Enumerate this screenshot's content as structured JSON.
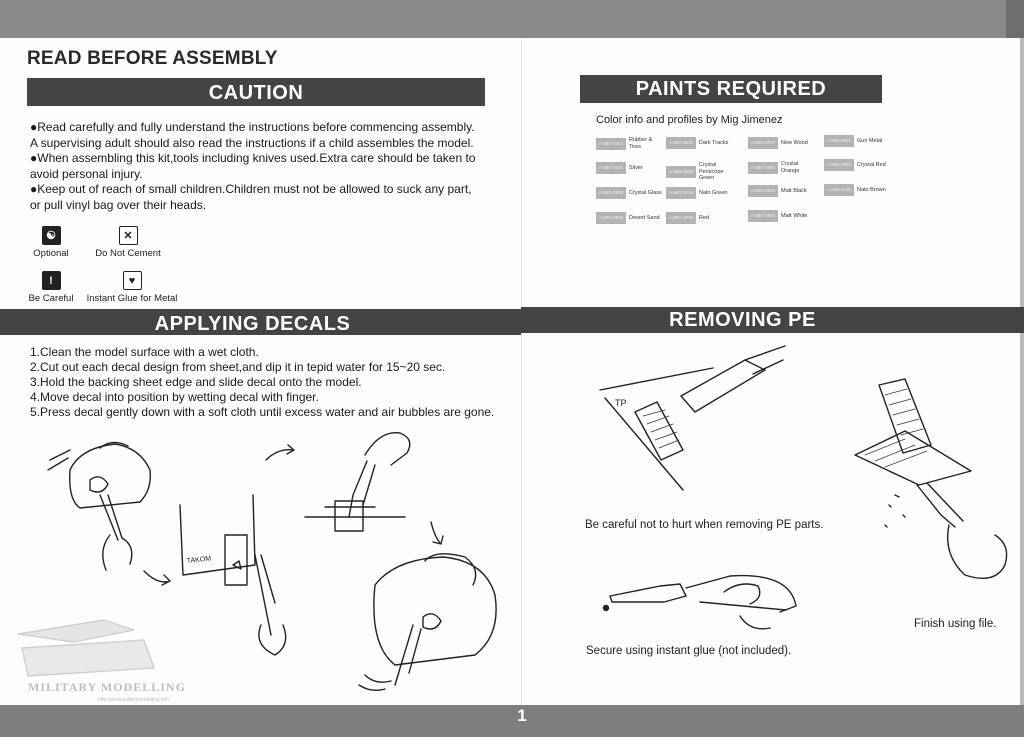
{
  "header": {
    "title": "READ BEFORE ASSEMBLY"
  },
  "sections": {
    "caution": "CAUTION",
    "paints": "PAINTS REQUIRED",
    "decals": "APPLYING DECALS",
    "pe": "REMOVING PE"
  },
  "caution": {
    "items": [
      "●Read carefully and fully understand the instructions before commencing assembly.",
      "A supervising adult should also read the instructions if a child assembles the model.",
      "●When assembling this kit,tools including knives used.Extra care should be taken to",
      "avoid personal injury.",
      "●Keep out of reach of small children.Children must not be allowed to suck any part,",
      "or pull vinyl bag over their heads."
    ]
  },
  "symbols": [
    {
      "label": "Optional",
      "icon": "yin-yang-icon"
    },
    {
      "label": "Do Not Cement",
      "icon": "no-cement-icon"
    },
    {
      "label": "Be Careful",
      "icon": "exclamation-icon"
    },
    {
      "label": "Instant Glue for Metal",
      "icon": "glue-drop-icon"
    }
  ],
  "paints": {
    "intro": "Color info and profiles by Mig Jimenez",
    "items": [
      {
        "code": "A.MIG-0303",
        "name": "Rubber & Tires"
      },
      {
        "code": "A.MIG-0032",
        "name": "Dark Tracks"
      },
      {
        "code": "A.MIG-0037",
        "name": "New Wood"
      },
      {
        "code": "A.MIG-0045",
        "name": "Gun Metal"
      },
      {
        "code": "A.MIG-0045",
        "name": "Silver"
      },
      {
        "code": "A.MIG-0095",
        "name": "Crystal Periscope Green"
      },
      {
        "code": "A.MIG-0093",
        "name": "Crystal Orange"
      },
      {
        "code": "A.MIG-0093",
        "name": "Crystal Red"
      },
      {
        "code": "A.MIG-0094",
        "name": "Crystal Glass"
      },
      {
        "code": "A.MIG-1034",
        "name": "Nato Green"
      },
      {
        "code": "A.MIG-0046",
        "name": "Matt Black"
      },
      {
        "code": "A.MIG-1035",
        "name": "Nato Brown"
      },
      {
        "code": "A.MIG-0025",
        "name": "Desert Sand"
      },
      {
        "code": "A.MIG-1046",
        "name": "Red"
      },
      {
        "code": "A.MIG-0050",
        "name": "Matt White"
      }
    ]
  },
  "decals": {
    "steps": [
      "1.Clean the model surface with a wet cloth.",
      "2.Cut out each decal design from sheet,and dip it in tepid water for 15~20 sec.",
      "3.Hold the backing sheet edge and slide decal onto the model.",
      "4.Move decal into position by wetting decal with finger.",
      "5.Press decal gently down with a soft cloth until excess water and air bubbles are gone."
    ],
    "sheet_label": "TAKOM"
  },
  "pe": {
    "caption_1": "Be careful not to hurt when removing PE parts.",
    "caption_2": "Secure using instant glue (not included).",
    "caption_3": "Finish using file.",
    "knife_label": "TP"
  },
  "watermark": {
    "text": "MILITARY MODELLING",
    "url": "http://www.militarymodelling.info"
  },
  "footer": {
    "page_number": "1"
  }
}
